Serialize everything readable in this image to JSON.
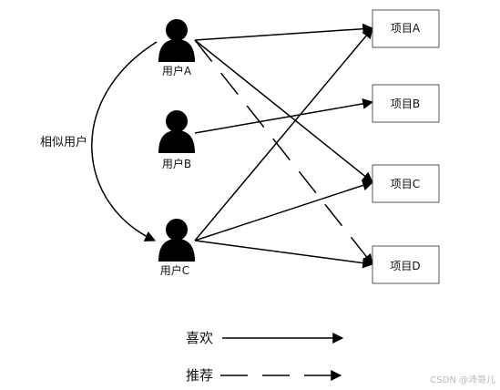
{
  "users": [
    {
      "id": "A",
      "label": "用户A"
    },
    {
      "id": "B",
      "label": "用户B"
    },
    {
      "id": "C",
      "label": "用户C"
    }
  ],
  "items": [
    {
      "id": "A",
      "label": "项目A"
    },
    {
      "id": "B",
      "label": "项目B"
    },
    {
      "id": "C",
      "label": "项目C"
    },
    {
      "id": "D",
      "label": "项目D"
    }
  ],
  "similar_label": "相似用户",
  "legend": {
    "like_label": "喜欢",
    "recommend_label": "推荐"
  },
  "edges": {
    "likes": [
      {
        "from": "A",
        "to": "A"
      },
      {
        "from": "A",
        "to": "C"
      },
      {
        "from": "B",
        "to": "B"
      },
      {
        "from": "C",
        "to": "A"
      },
      {
        "from": "C",
        "to": "C"
      },
      {
        "from": "C",
        "to": "D"
      }
    ],
    "recommends": [
      {
        "from": "A",
        "to": "D"
      }
    ]
  },
  "watermark": "CSDN @沛哥儿"
}
